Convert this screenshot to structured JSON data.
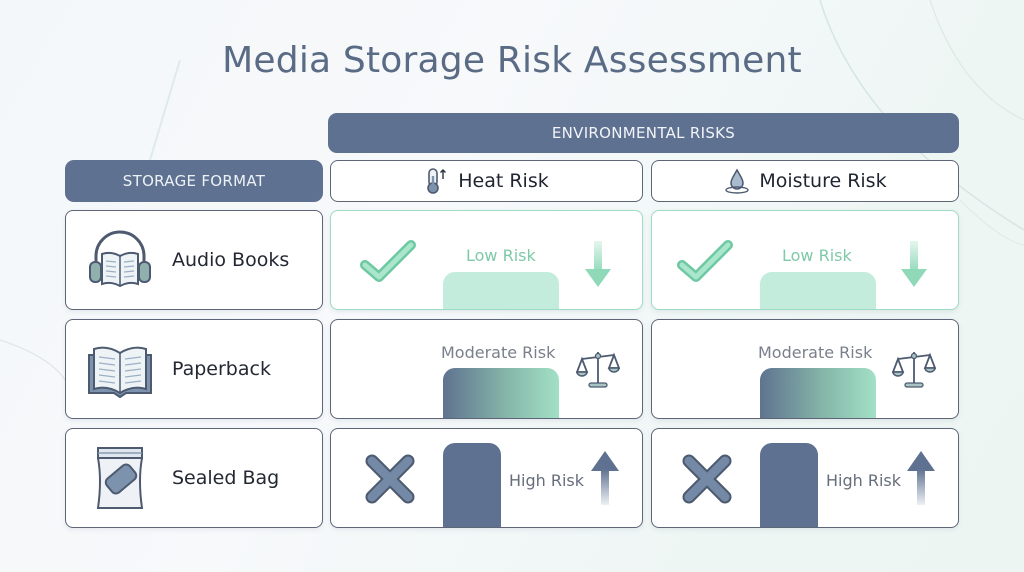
{
  "title": "Media Storage Risk Assessment",
  "headers": {
    "environmental": "ENVIRONMENTAL RISKS",
    "storage_format": "STORAGE FORMAT",
    "columns": [
      {
        "label": "Heat Risk",
        "icon": "thermometer-up-icon"
      },
      {
        "label": "Moisture Risk",
        "icon": "water-drop-icon"
      }
    ]
  },
  "rows": [
    {
      "format": "Audio Books",
      "icon": "headphones-book-icon",
      "heat": {
        "level": "Low Risk",
        "status_icon": "check-icon",
        "trend_icon": "arrow-down-icon"
      },
      "moisture": {
        "level": "Low Risk",
        "status_icon": "check-icon",
        "trend_icon": "arrow-down-icon"
      }
    },
    {
      "format": "Paperback",
      "icon": "open-book-icon",
      "heat": {
        "level": "Moderate Risk",
        "status_icon": "balance-scale-icon"
      },
      "moisture": {
        "level": "Moderate Risk",
        "status_icon": "balance-scale-icon"
      }
    },
    {
      "format": "Sealed Bag",
      "icon": "sealed-bag-icon",
      "heat": {
        "level": "High Risk",
        "status_icon": "x-icon",
        "trend_icon": "arrow-up-icon"
      },
      "moisture": {
        "level": "High Risk",
        "status_icon": "x-icon",
        "trend_icon": "arrow-up-icon"
      }
    }
  ],
  "colors": {
    "header_bg": "#5e7190",
    "low": "#9fe0c4",
    "moderate_gradient": [
      "#5f7390",
      "#a2e0c6"
    ],
    "high": "#5e7190",
    "title": "#5a6b85"
  }
}
